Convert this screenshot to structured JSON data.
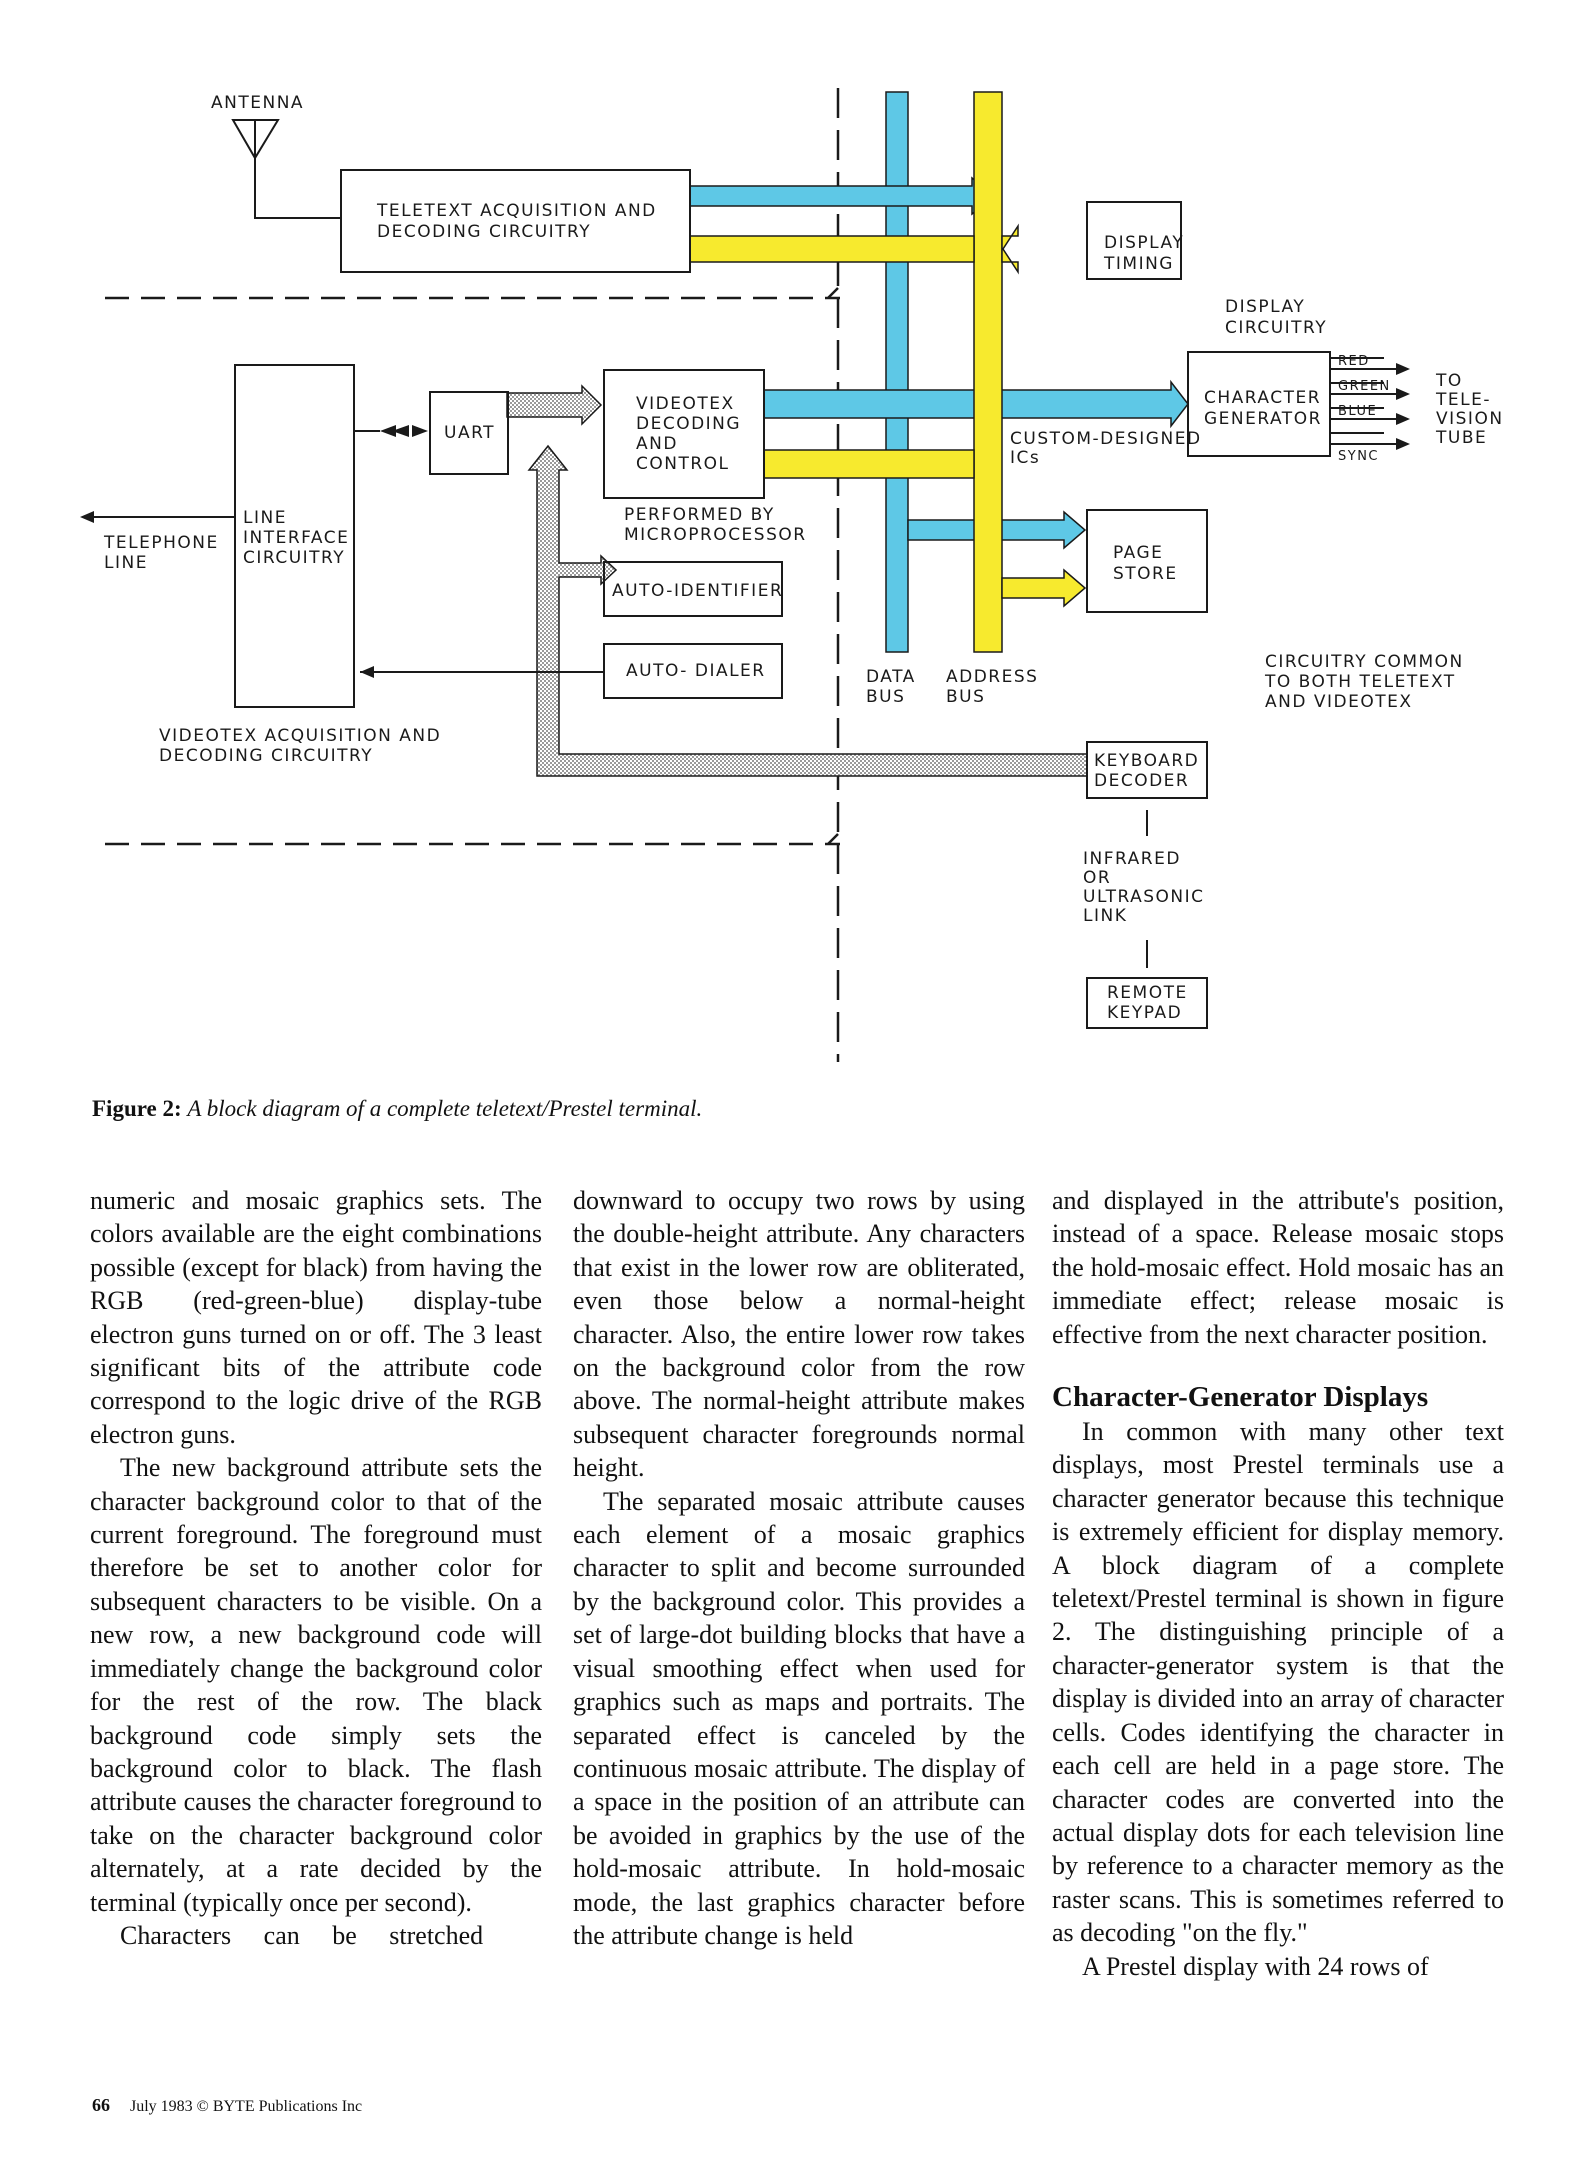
{
  "figure": {
    "labels": {
      "antenna": "ANTENNA",
      "teletext_block": [
        "TELETEXT ACQUISITION AND",
        "DECODING CIRCUITRY"
      ],
      "display_timing": [
        "DISPLAY",
        "TIMING"
      ],
      "display_circuitry": [
        "DISPLAY",
        "CIRCUITRY"
      ],
      "character_generator": [
        "CHARACTER",
        "GENERATOR"
      ],
      "signals": [
        "RED",
        "GREEN",
        "BLUE",
        "SYNC"
      ],
      "to_tv": [
        "TO",
        "TELE-",
        "VISION",
        "TUBE"
      ],
      "custom_ics": [
        "CUSTOM-DESIGNED",
        "ICs"
      ],
      "videotex_decoding": [
        "VIDEOTEX",
        "DECODING",
        "AND",
        "CONTROL"
      ],
      "uart": "UART",
      "line_interface": [
        "LINE",
        "INTERFACE",
        "CIRCUITRY"
      ],
      "telephone_line": [
        "TELEPHONE",
        "LINE"
      ],
      "microprocessor": [
        "PERFORMED BY",
        "MICROPROCESSOR"
      ],
      "auto_identifier": "AUTO-IDENTIFIER",
      "auto_dialer": "AUTO- DIALER",
      "page_store": [
        "PAGE",
        "STORE"
      ],
      "data_bus": [
        "DATA",
        "BUS"
      ],
      "address_bus": [
        "ADDRESS",
        "BUS"
      ],
      "common_circuitry": [
        "CIRCUITRY COMMON",
        "TO BOTH TELETEXT",
        "AND VIDEOTEX"
      ],
      "videotex_acquisition": [
        "VIDEOTEX ACQUISITION AND",
        "DECODING CIRCUITRY"
      ],
      "keyboard_decoder": [
        "KEYBOARD",
        "DECODER"
      ],
      "link": [
        "INFRARED",
        "OR",
        "ULTRASONIC",
        "LINK"
      ],
      "remote_keypad": [
        "REMOTE",
        "KEYPAD"
      ]
    },
    "colors": {
      "data_bus": "#5ec8e6",
      "address_bus": "#f7ea2e",
      "serial_path": "#c8c8c8",
      "ink": "#1a1a1a"
    },
    "caption_label": "Figure 2:",
    "caption_text": "A block diagram of a complete teletext/Prestel terminal."
  },
  "article": {
    "col1": [
      "numeric and mosaic graphics sets. The colors available are the eight combinations possible (except for black) from having the RGB (red-green-blue) display-tube electron guns turned on or off. The 3 least significant bits of the attribute code correspond to the logic drive of the RGB electron guns.",
      "The new background attribute sets the character background color to that of the current foreground. The foreground must therefore be set to another color for subsequent characters to be visible. On a new row, a new background code will immediately change the background color for the rest of the row. The black background code simply sets the background color to black. The flash attribute causes the character foreground to take on the character background color alternately, at a rate decided by the terminal (typically once per second).",
      "Characters can be stretched"
    ],
    "col2": [
      "downward to occupy two rows by using the double-height attribute. Any characters that exist in the lower row are obliterated, even those below a normal-height character. Also, the entire lower row takes on the background color from the row above. The normal-height attribute makes subsequent character foregrounds normal height.",
      "The separated mosaic attribute causes each element of a mosaic graphics character to split and become surrounded by the background color. This provides a set of large-dot building blocks that have a visual smoothing effect when used for graphics such as maps and portraits. The separated effect is canceled by the continuous mosaic attribute. The display of a space in the position of an attribute can be avoided in graphics by the use of the hold-mosaic attribute. In hold-mosaic mode, the last graphics character before the attribute change is held"
    ],
    "col3": [
      "and displayed in the attribute's position, instead of a space. Release mosaic stops the hold-mosaic effect. Hold mosaic has an immediate effect; release mosaic is effective from the next character position."
    ],
    "heading": "Character-Generator Displays",
    "col3_after": [
      "In common with many other text displays, most Prestel terminals use a character generator because this technique is extremely efficient for display memory. A block diagram of a complete teletext/Prestel terminal is shown in figure 2. The distinguishing principle of a character-generator system is that the display is divided into an array of character cells. Codes identifying the character in each cell are held in a page store. The character codes are converted into the actual display dots for each television line by reference to a character memory as the raster scans. This is sometimes referred to as decoding \"on the fly.\"",
      "A Prestel display with 24 rows of"
    ]
  },
  "footer": {
    "page_number": "66",
    "credit": "July 1983 © BYTE Publications Inc"
  }
}
